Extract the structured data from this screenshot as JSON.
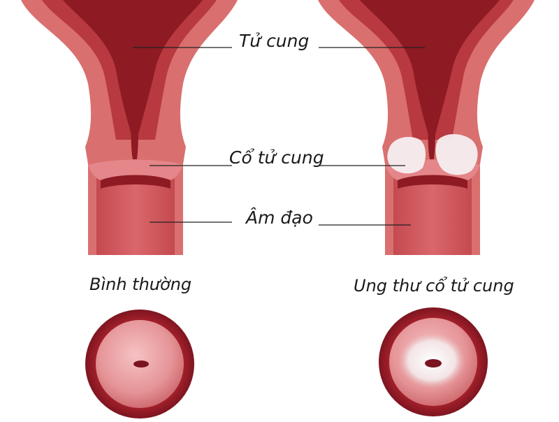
{
  "labels": {
    "uterus": "Tử cung",
    "cervix": "Cổ tử cung",
    "vagina": "Âm đạo"
  },
  "captions": {
    "normal": "Bình thường",
    "cancer": "Ung thư cổ tử cung"
  },
  "colors": {
    "tissue_outer": "#d9706f",
    "tissue_inner": "#b8393f",
    "cavity": "#8e1a24",
    "lesion": "#f4e9ea",
    "leader_line": "#222222"
  }
}
